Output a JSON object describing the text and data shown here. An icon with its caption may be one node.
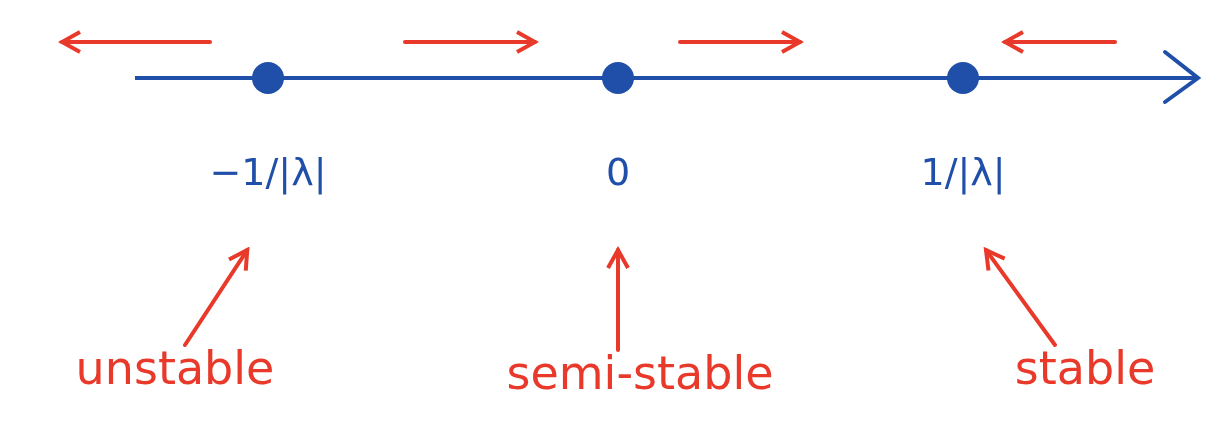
{
  "diagram": {
    "nodes": [
      {
        "text": [],
        "shape": "circle",
        "beside": [
          "−1/|λ|"
        ]
      },
      {
        "text": [],
        "shape": "circle",
        "beside": [
          "0"
        ]
      },
      {
        "text": [],
        "shape": "circle",
        "beside": [
          "1/|λ|"
        ]
      },
      {
        "text": [
          "unstable"
        ]
      },
      {
        "text": [
          "semi-stable"
        ]
      },
      {
        "text": [
          "stable"
        ]
      }
    ],
    "edges": [
      {
        "from": 3,
        "to": 0,
        "arrow": "to"
      },
      {
        "from": 4,
        "to": 1,
        "arrow": "to"
      },
      {
        "from": 5,
        "to": 2,
        "arrow": "to"
      }
    ]
  }
}
